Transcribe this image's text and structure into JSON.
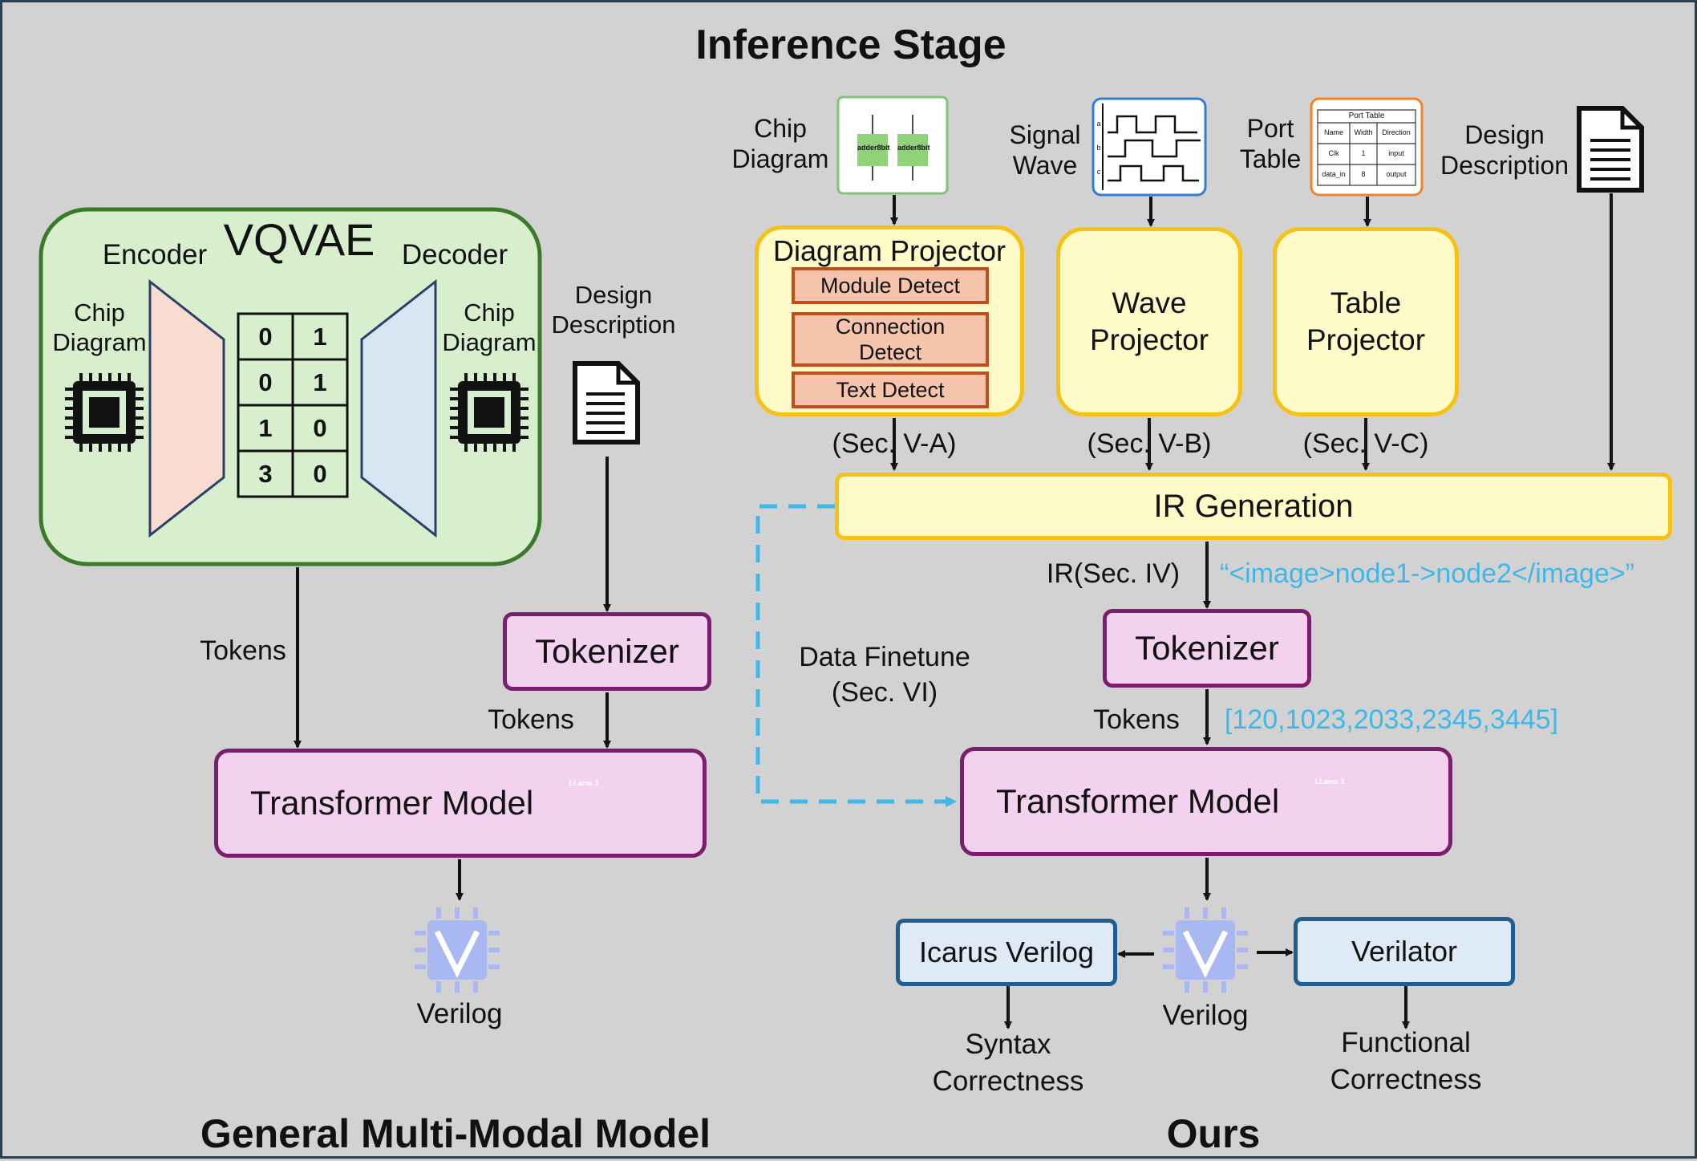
{
  "title": "Inference Stage",
  "left": {
    "heading": "General Multi-Modal Model",
    "vqvae": {
      "title": "VQVAE",
      "encoder_label": "Encoder",
      "decoder_label": "Decoder",
      "chip_label_left": "Chip\nDiagram",
      "chip_label_right": "Chip\nDiagram",
      "grid": [
        [
          "0",
          "1"
        ],
        [
          "0",
          "1"
        ],
        [
          "1",
          "0"
        ],
        [
          "3",
          "0"
        ]
      ]
    },
    "design_description": "Design\nDescription",
    "tokens_left": "Tokens",
    "tokenizer": "Tokenizer",
    "tokens_right": "Tokens",
    "transformer": "Transformer Model",
    "verilog": "Verilog"
  },
  "right": {
    "heading": "Ours",
    "inputs": {
      "chip_diagram": "Chip\nDiagram",
      "signal_wave": "Signal\nWave",
      "port_table": "Port\nTable",
      "design_description": "Design\nDescription",
      "chip_thumb_label": "adder8bit",
      "port_table_thumb": {
        "title": "Port Table",
        "headers": [
          "Name",
          "Width",
          "Direction"
        ],
        "rows": [
          [
            "Clk",
            "1",
            "input"
          ],
          [
            "data_in",
            "8",
            "output"
          ]
        ]
      },
      "wave_rows": [
        "a",
        "b",
        "c"
      ]
    },
    "diagram_projector": {
      "title": "Diagram Projector",
      "items": [
        "Module Detect",
        "Connection\nDetect",
        "Text Detect"
      ],
      "section": "(Sec. V-A)"
    },
    "wave_projector": {
      "title": "Wave\nProjector",
      "section": "(Sec. V-B)"
    },
    "table_projector": {
      "title": "Table\nProjector",
      "section": "(Sec. V-C)"
    },
    "ir_generation": "IR Generation",
    "ir_label": "IR(Sec. IV)",
    "ir_example": "“<image>node1->node2</image>”",
    "data_finetune": "Data Finetune\n(Sec. VI)",
    "tokenizer": "Tokenizer",
    "tokens": "Tokens",
    "token_ids": "[120,1023,2033,2345,3445]",
    "transformer": "Transformer Model",
    "icarus": "Icarus Verilog",
    "verilator": "Verilator",
    "verilog": "Verilog",
    "syntax": "Syntax\nCorrectness",
    "functional": "Functional\nCorrectness"
  },
  "llama_badge": "LLama 3",
  "colors": {
    "background": "#d2d2d2",
    "vqvae_fill": "#d8efce",
    "vqvae_border": "#3a7a2a",
    "module_fill": "#f2d2ef",
    "module_border": "#7a1f6e",
    "projector_fill": "#fffbc8",
    "projector_border": "#f6c114",
    "detect_fill": "#f6c3ab",
    "detect_border": "#c04e1d",
    "tool_fill": "#deeaf5",
    "tool_border": "#205d93",
    "annotation_cyan": "#40b7e9",
    "verilog_icon": "#a9b8f0"
  },
  "icons": [
    "chip-icon",
    "document-icon",
    "llama-icon",
    "openai-icon",
    "verilog-icon"
  ]
}
